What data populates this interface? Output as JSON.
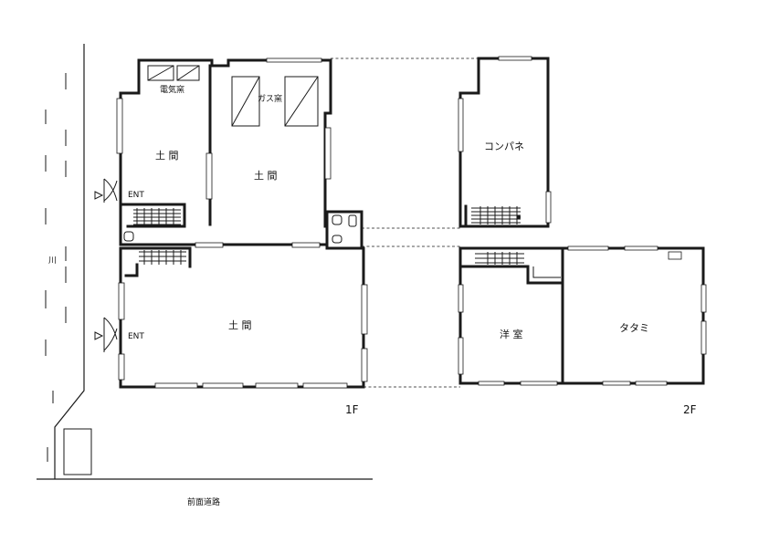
{
  "labels": {
    "river": "川",
    "front_road": "前面道路",
    "entrance_upper": "ENT",
    "entrance_lower": "ENT",
    "electric_kiln": "電気窯",
    "gas_kiln": "ガス窯",
    "doma_small": "土 間",
    "doma_kiln": "土 間",
    "doma_large": "土 間",
    "concrete_panel": "コンパネ",
    "western_room": "洋 室",
    "tatami_room": "タタミ",
    "floor_1f": "1F",
    "floor_2f": "2F"
  }
}
